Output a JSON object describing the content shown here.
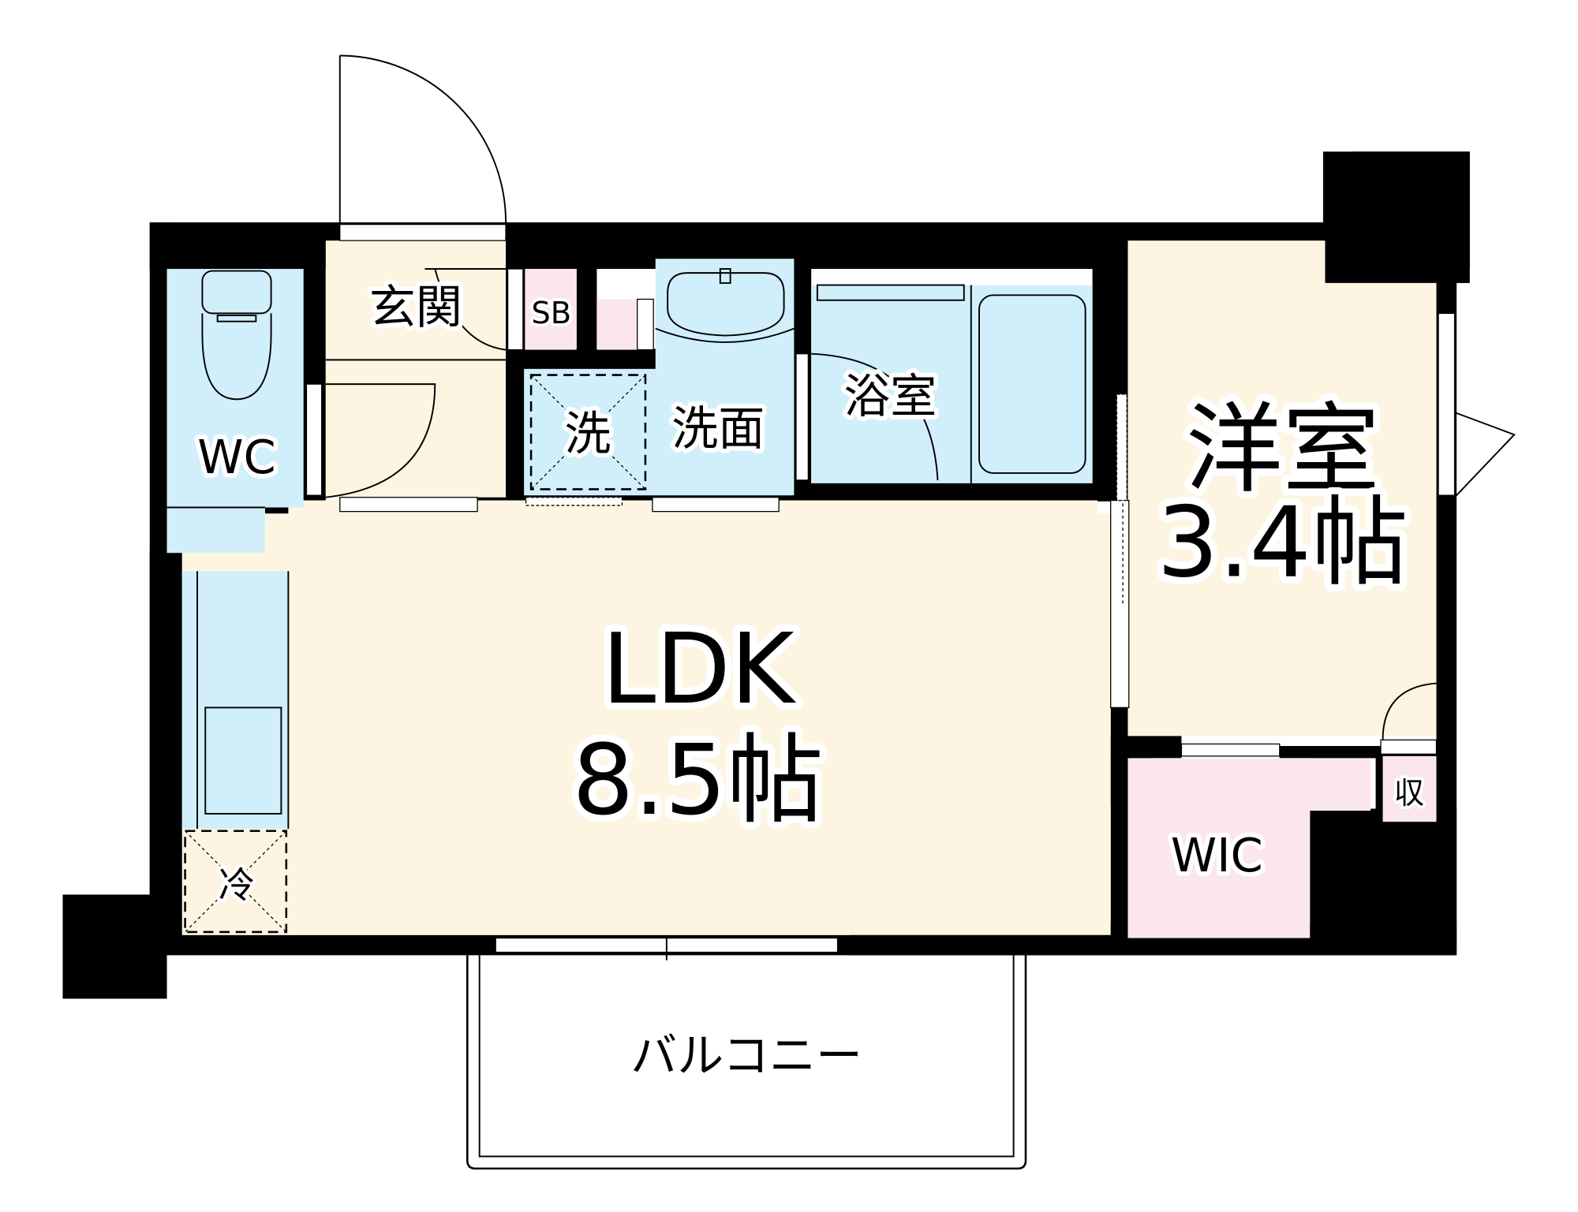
{
  "diagram": {
    "type": "floor-plan",
    "layout": "1LDK + WIC",
    "colors": {
      "wall": "#000000",
      "wet_area": "#d1effb",
      "living_area": "#fdf5e1",
      "storage": "#fbe6ef",
      "background": "#ffffff"
    }
  },
  "rooms": {
    "ldk": {
      "name": "LDK",
      "size": "8.5帖"
    },
    "western": {
      "name": "洋室",
      "size": "3.4帖"
    },
    "entrance": {
      "name": "玄関"
    },
    "shoe_box": {
      "name": "SB"
    },
    "toilet": {
      "name": "WC"
    },
    "washroom": {
      "name": "洗面"
    },
    "washer": {
      "name": "洗"
    },
    "bathroom": {
      "name": "浴室"
    },
    "fridge": {
      "name": "冷"
    },
    "wic": {
      "name": "WIC"
    },
    "storage": {
      "name": "収"
    },
    "balcony": {
      "name": "バルコニー"
    }
  }
}
